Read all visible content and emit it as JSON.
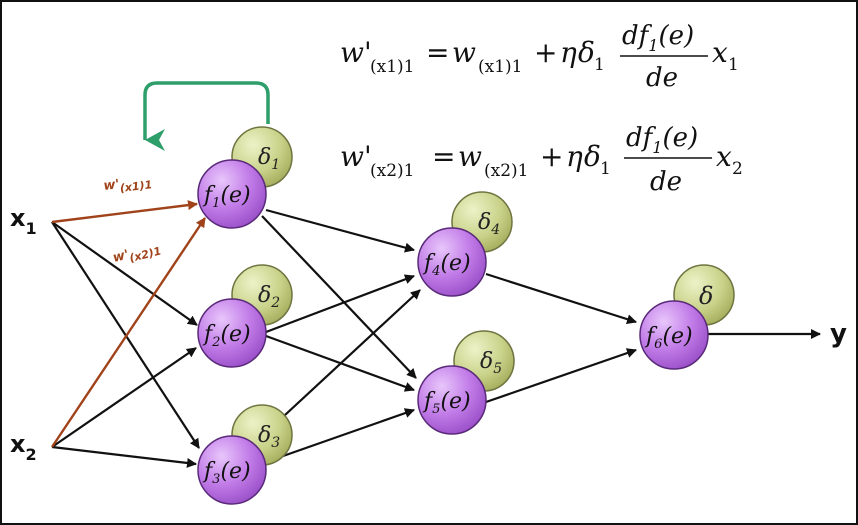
{
  "colors": {
    "border": "#111111",
    "neuron_fill": "#c27ce8",
    "neuron_stroke": "#5a2a7a",
    "delta_fill": "#c9d38a",
    "delta_stroke": "#6f7540",
    "edge": "#111111",
    "weight_edge": "#a0431a",
    "feedback": "#2e9e6a"
  },
  "inputs": [
    {
      "base": "x",
      "sub": "1"
    },
    {
      "base": "x",
      "sub": "2"
    }
  ],
  "output": "y",
  "neurons": [
    {
      "base": "f",
      "sub": "1",
      "arg": "(e)",
      "delta_base": "δ",
      "delta_sub": "1"
    },
    {
      "base": "f",
      "sub": "2",
      "arg": "(e)",
      "delta_base": "δ",
      "delta_sub": "2"
    },
    {
      "base": "f",
      "sub": "3",
      "arg": "(e)",
      "delta_base": "δ",
      "delta_sub": "3"
    },
    {
      "base": "f",
      "sub": "4",
      "arg": "(e)",
      "delta_base": "δ",
      "delta_sub": "4"
    },
    {
      "base": "f",
      "sub": "5",
      "arg": "(e)",
      "delta_base": "δ",
      "delta_sub": "5"
    },
    {
      "base": "f",
      "sub": "6",
      "arg": "(e)",
      "delta_base": "δ",
      "delta_sub": ""
    }
  ],
  "weight_labels": [
    {
      "base": "w'",
      "sub": "(x1)1"
    },
    {
      "base": "w'",
      "sub": "(x2)1"
    }
  ],
  "equations": [
    {
      "lhs": "w'",
      "lhs_sub": "(x1)1",
      "eq": "=",
      "w": "w",
      "w_sub": "(x1)1",
      "plus": "+",
      "eta": "η",
      "delta": "δ",
      "delta_sub": "1",
      "num": "df",
      "num_sub": "1",
      "num_arg": "(e)",
      "den": "de",
      "x": "x",
      "x_sub": "1"
    },
    {
      "lhs": "w'",
      "lhs_sub": "(x2)1",
      "eq": "=",
      "w": "w",
      "w_sub": "(x2)1",
      "plus": "+",
      "eta": "η",
      "delta": "δ",
      "delta_sub": "1",
      "num": "df",
      "num_sub": "1",
      "num_arg": "(e)",
      "den": "de",
      "x": "x",
      "x_sub": "2"
    }
  ]
}
